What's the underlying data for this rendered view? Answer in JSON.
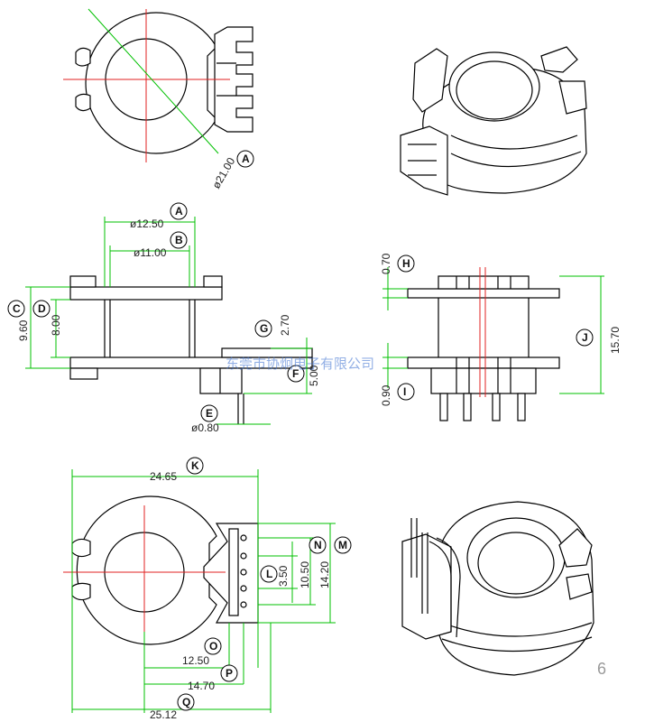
{
  "dimensions": {
    "A": "ø21.00",
    "A2": "ø12.50",
    "B": "ø11.00",
    "C": "9.60",
    "D": "8.00",
    "G": "2.70",
    "F": "5.00",
    "E": "ø0.80",
    "H": "0.70",
    "I": "0.90",
    "J": "15.70",
    "K": "24.65",
    "L": "3.50",
    "N": "10.50",
    "M": "14.20",
    "O": "12.50",
    "P": "14.70",
    "Q": "25.12"
  },
  "labels": {
    "A": "A",
    "B": "B",
    "C": "C",
    "D": "D",
    "E": "E",
    "F": "F",
    "G": "G",
    "H": "H",
    "I": "I",
    "J": "J",
    "K": "K",
    "L": "L",
    "M": "M",
    "N": "N",
    "O": "O",
    "P": "P",
    "Q": "Q"
  },
  "watermark": "东莞市协炯电子有限公司",
  "page_number": "6",
  "colors": {
    "outline": "#000000",
    "centerline": "#e02020",
    "dimension": "#00c000",
    "watermark": "#3a6fd0"
  }
}
